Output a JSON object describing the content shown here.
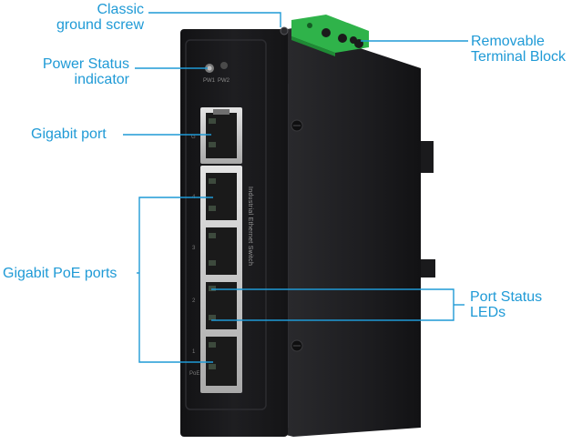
{
  "callouts": {
    "ground_screw": {
      "line1": "Classic",
      "line2": "ground screw"
    },
    "power_status": {
      "line1": "Power Status",
      "line2": "indicator"
    },
    "gigabit_port": {
      "line1": "Gigabit port"
    },
    "gigabit_poe": {
      "line1": "Gigabit PoE ports"
    },
    "terminal_block": {
      "line1": "Removable",
      "line2": "Terminal Block"
    },
    "port_status": {
      "line1": "Port Status",
      "line2": "LEDs"
    }
  },
  "device": {
    "led_labels": [
      "PW1",
      "PW2"
    ],
    "side_text": "Industrial Ethernet Switch",
    "port_numbers": [
      "G",
      "4",
      "3",
      "2",
      "1"
    ],
    "bottom_label": "PoE"
  },
  "colors": {
    "accent": "#1f9ad6",
    "terminal_green": "#2fb34a",
    "chassis_dark": "#1b1b1d"
  }
}
